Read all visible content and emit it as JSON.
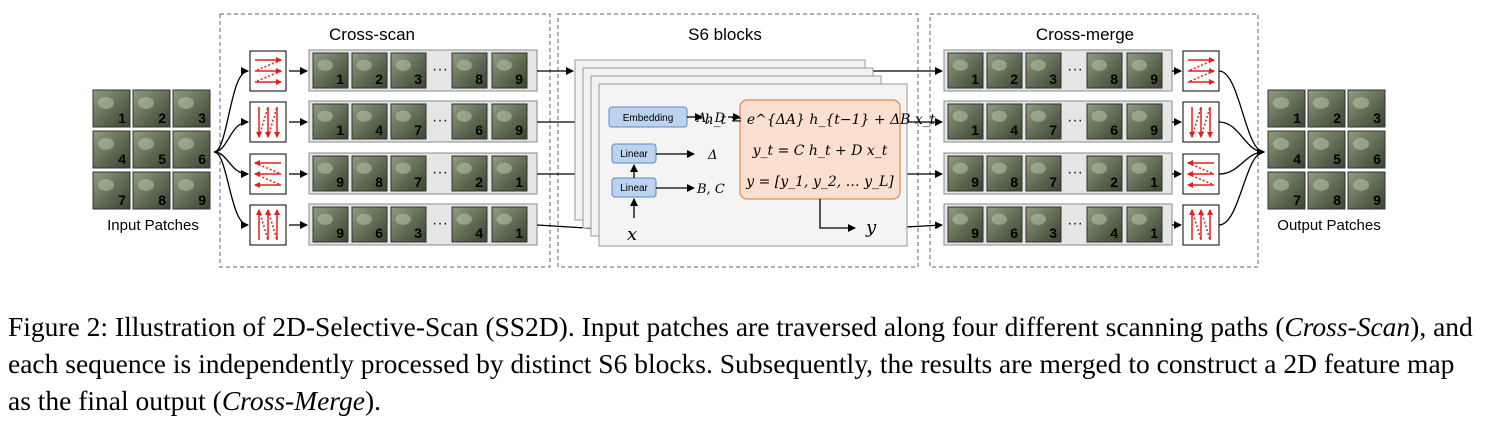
{
  "sections": {
    "cross_scan": "Cross-scan",
    "s6_blocks": "S6 blocks",
    "cross_merge": "Cross-merge"
  },
  "input_label": "Input Patches",
  "output_label": "Output Patches",
  "patch_grid_numbers": [
    "1",
    "2",
    "3",
    "4",
    "5",
    "6",
    "7",
    "8",
    "9"
  ],
  "scan_sequences": [
    [
      "1",
      "2",
      "3",
      "8",
      "9"
    ],
    [
      "1",
      "4",
      "7",
      "6",
      "9"
    ],
    [
      "9",
      "8",
      "7",
      "2",
      "1"
    ],
    [
      "9",
      "6",
      "3",
      "4",
      "1"
    ]
  ],
  "ellipsis": "···",
  "s6": {
    "embedding_label": "Embedding",
    "linear_label_1": "Linear",
    "linear_label_2": "Linear",
    "out_ad": "A, D",
    "out_delta": "Δ",
    "out_bc": "B, C",
    "var_x": "x",
    "var_y": "y",
    "eq1": "h_t = e^{ΔA} h_{t−1} + ΔB x_t",
    "eq2": "y_t = C h_t + D x_t",
    "eq3": "y = [y_1, y_2, … y_L]"
  },
  "caption": {
    "p1": "Figure 2: Illustration of 2D-Selective-Scan (SS2D). Input patches are traversed along four different scanning paths (",
    "i1": "Cross-Scan",
    "p2": "), and each sequence is independently processed by distinct S6 blocks. Subsequently, the results are merged to construct a 2D feature map as the final output (",
    "i2": "Cross-Merge",
    "p3": ")."
  },
  "colors": {
    "scan_red": "#e0201b",
    "blue_box": "#bcd3ee",
    "blue_stroke": "#5b89c4",
    "orange_box": "#fbe0cf",
    "orange_stroke": "#e08a55",
    "patch_dark": "#3e4a35",
    "patch_light": "#9aa88c"
  }
}
